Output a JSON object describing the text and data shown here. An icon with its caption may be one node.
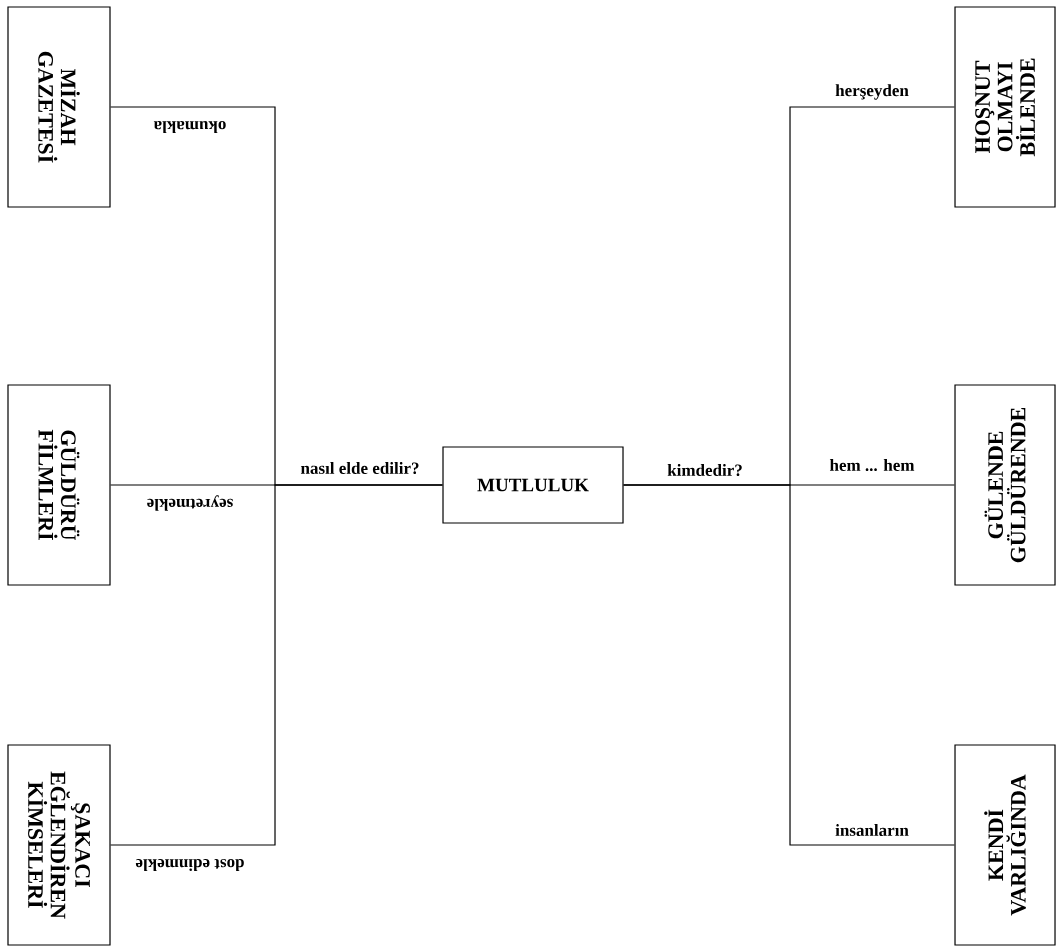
{
  "diagram": {
    "nodes": [
      {
        "text": [
          "MİZAH GAZETESİ"
        ]
      },
      {
        "text": [
          "HOŞNUT OLMAYI BİLENDE"
        ]
      },
      {
        "text": [
          "GÜLDÜRÜ FİLMLERİ"
        ]
      },
      {
        "text": [
          "MUTLULUK"
        ]
      },
      {
        "text": [
          "GÜLENDE GÜLDÜRENDE"
        ]
      },
      {
        "text": [
          "ŞAKACI EĞLENDİREN KİMSELERİ"
        ]
      },
      {
        "text": [
          "KENDİ VARLIĞINDA"
        ]
      }
    ],
    "edges": [
      {
        "from": 3,
        "to": 0,
        "arrow": "none",
        "label": "okumakla"
      },
      {
        "from": 3,
        "to": 2,
        "arrow": "none",
        "label": "seyretmekle"
      },
      {
        "from": 3,
        "to": 5,
        "arrow": "none",
        "label": "dost edinmekle"
      },
      {
        "from": 3,
        "to": 1,
        "arrow": "none",
        "label": "herşeyden"
      },
      {
        "from": 3,
        "to": 4,
        "arrow": "none",
        "label": "hem ... hem"
      },
      {
        "from": 3,
        "to": 6,
        "arrow": "none",
        "label": "insanların"
      }
    ],
    "labels": [
      "nasıl elde edilir?",
      "kimdedir?"
    ]
  }
}
